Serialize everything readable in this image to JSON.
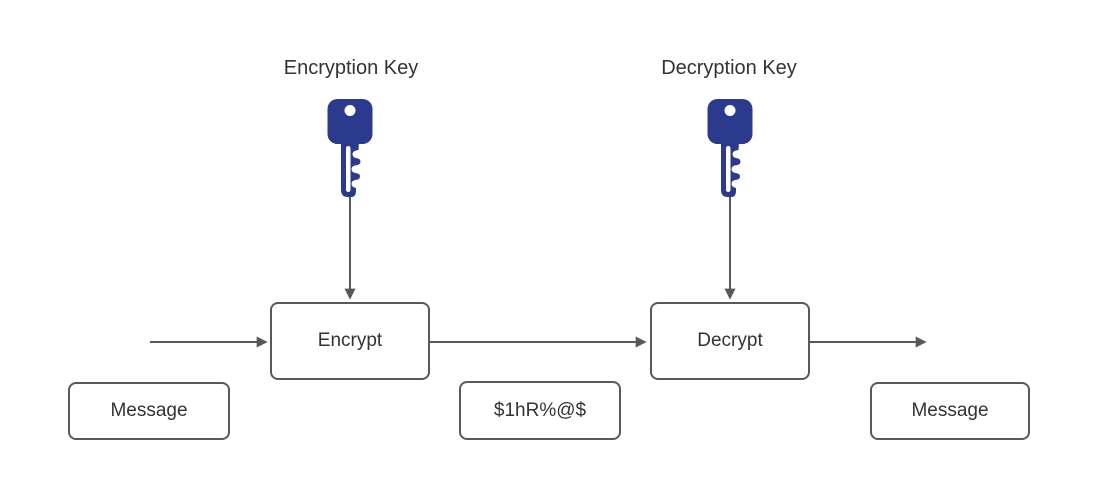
{
  "colors": {
    "background": "#ffffff",
    "line": "#595959",
    "key_fill": "#2b3a8c",
    "text": "#333333"
  },
  "labels": {
    "encryption_key": "Encryption Key",
    "decryption_key": "Decryption Key"
  },
  "nodes": {
    "encrypt": {
      "label": "Encrypt"
    },
    "decrypt": {
      "label": "Decrypt"
    },
    "message_input": {
      "label": "Message"
    },
    "ciphertext": {
      "label": "$1hR%@$"
    },
    "message_output": {
      "label": "Message"
    }
  },
  "icons": {
    "encryption_key": "key-icon",
    "decryption_key": "key-icon"
  },
  "flow": {
    "description_arrows": [
      "input-to-encrypt",
      "encryption-key-to-encrypt",
      "encrypt-to-decrypt",
      "decryption-key-to-decrypt",
      "decrypt-to-output"
    ]
  }
}
